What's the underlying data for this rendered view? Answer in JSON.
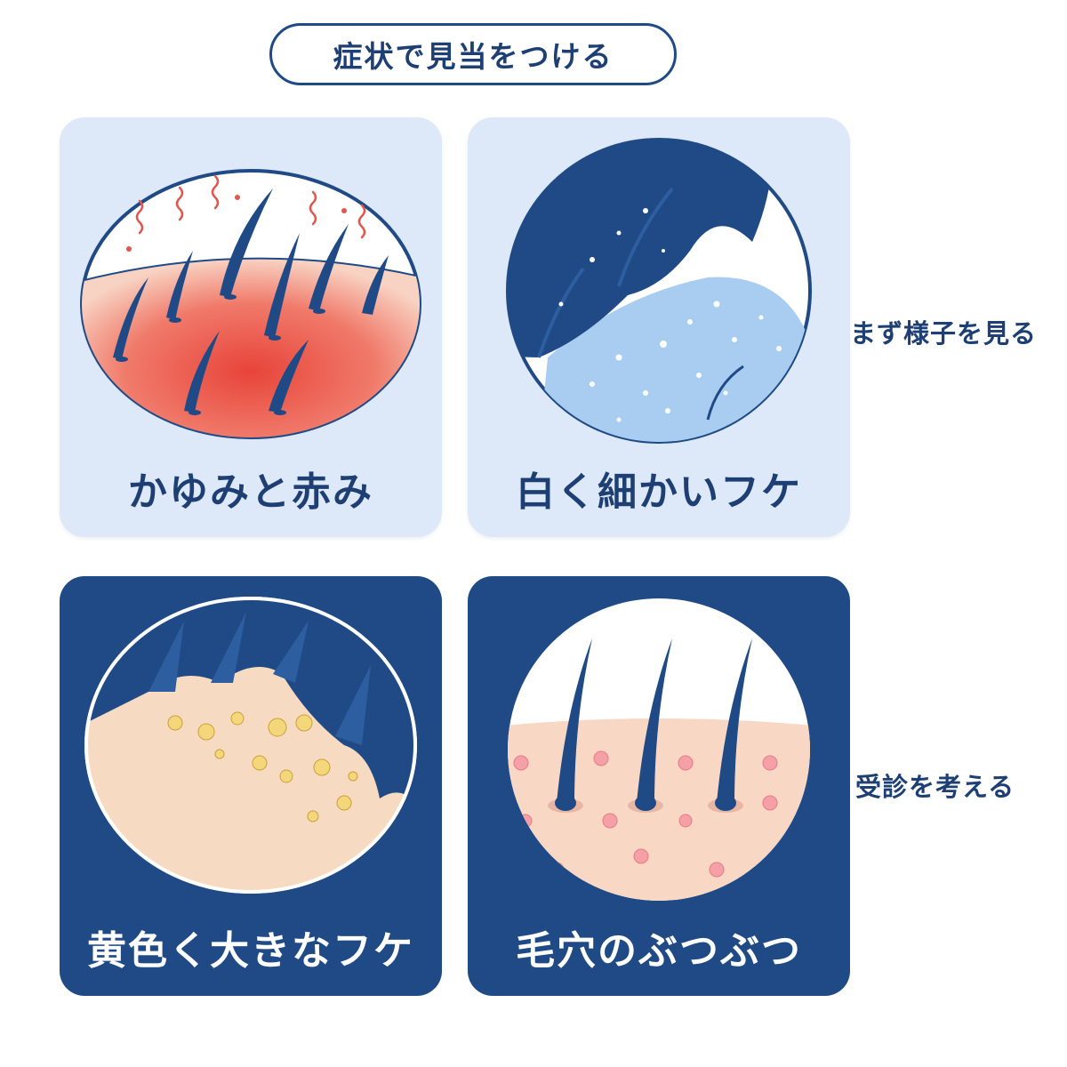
{
  "header": {
    "title": "症状で見当をつける"
  },
  "cards": [
    {
      "label": "かゆみと赤み"
    },
    {
      "label": "白く細かいフケ"
    },
    {
      "label": "黄色く大きなフケ"
    },
    {
      "label": "毛穴のぶつぶつ"
    }
  ],
  "side_labels": [
    {
      "text": "まず様子を見る"
    },
    {
      "text": "受診を考える"
    }
  ],
  "colors": {
    "navy": "#1f4a85",
    "light_card": "#dde8f8",
    "title_text": "#1e3f73"
  }
}
